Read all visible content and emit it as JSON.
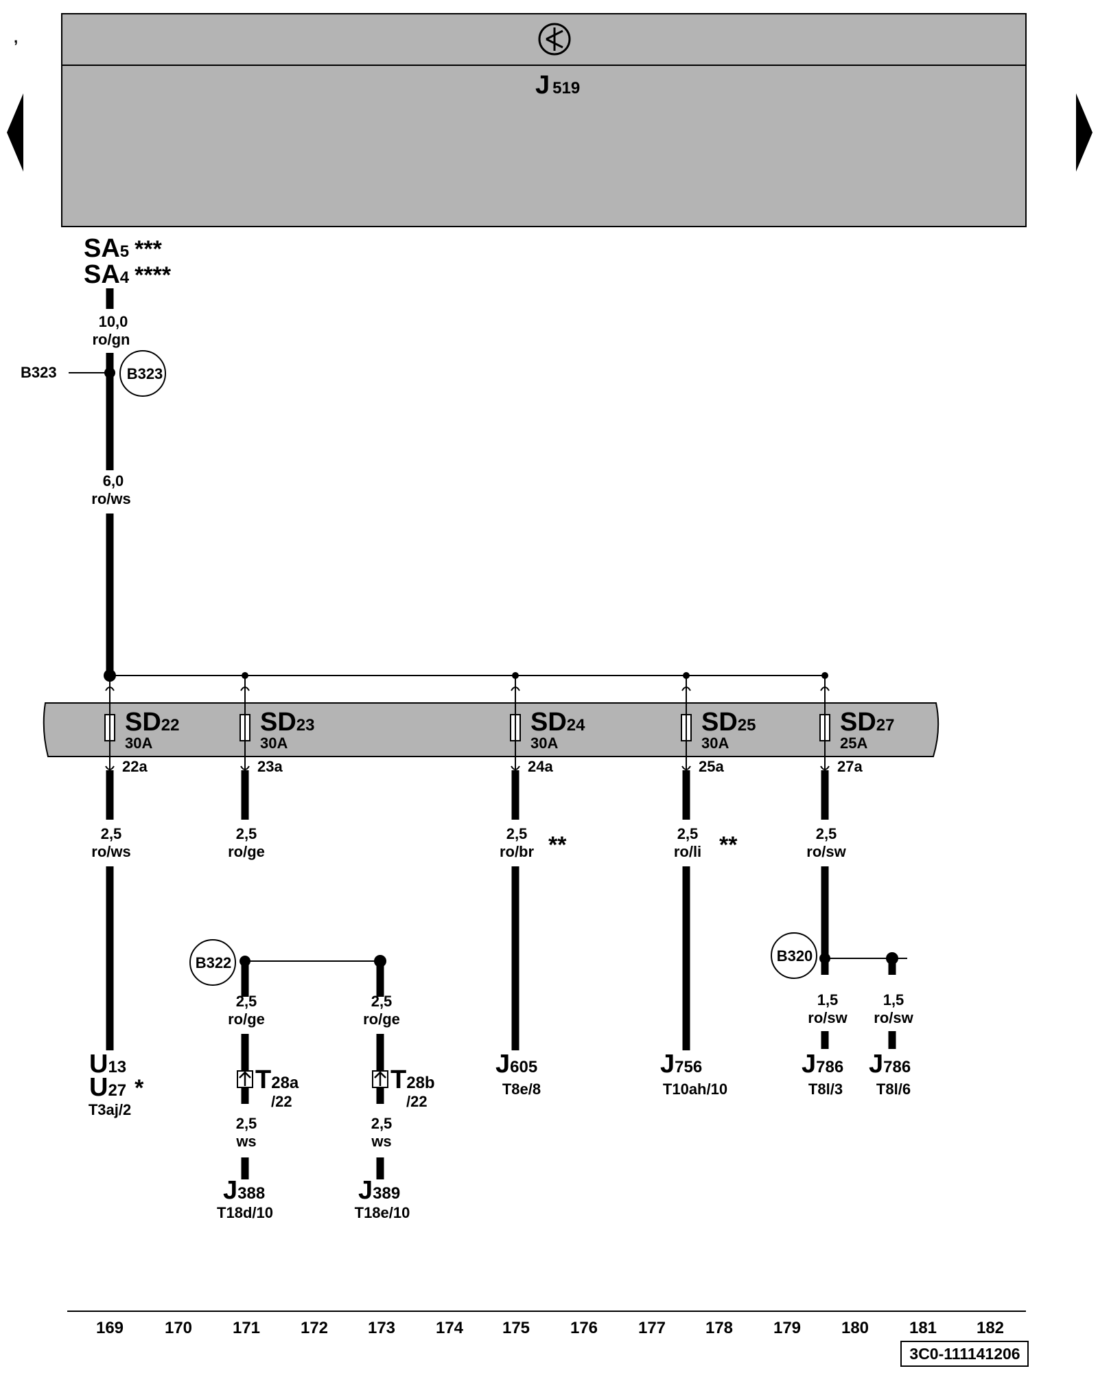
{
  "top_mark": ",",
  "prev_page": "previous-page-arrow",
  "next_page": "next-page-arrow",
  "control_unit": {
    "letter": "J",
    "number": "519",
    "icon": "ground-fuse-symbol-icon"
  },
  "supply": {
    "line1": {
      "name": "SA",
      "sub": "5",
      "stars": "***"
    },
    "line2": {
      "name": "SA",
      "sub": "4",
      "stars": "****"
    },
    "wire1_size": "10,0",
    "wire1_color": "ro/gn",
    "wire2_size": "6,0",
    "wire2_color": "ro/ws",
    "connector_label": "B323",
    "connector_circle": "B323"
  },
  "fuses": [
    {
      "name": "SD",
      "sub": "22",
      "amp": "30A",
      "pin": "22a",
      "size": "2,5",
      "color": "ro/ws",
      "stars": ""
    },
    {
      "name": "SD",
      "sub": "23",
      "amp": "30A",
      "pin": "23a",
      "size": "2,5",
      "color": "ro/ge",
      "stars": ""
    },
    {
      "name": "SD",
      "sub": "24",
      "amp": "30A",
      "pin": "24a",
      "size": "2,5",
      "color": "ro/br",
      "stars": "**"
    },
    {
      "name": "SD",
      "sub": "25",
      "amp": "30A",
      "pin": "25a",
      "size": "2,5",
      "color": "ro/li",
      "stars": "**"
    },
    {
      "name": "SD",
      "sub": "27",
      "amp": "25A",
      "pin": "27a",
      "size": "2,5",
      "color": "ro/sw",
      "stars": ""
    }
  ],
  "branch_b322": {
    "circle": "B322",
    "left": {
      "size": "2,5",
      "color": "ro/ge",
      "conn": "T",
      "conn_sub": "28a",
      "conn_pin": "/22",
      "size2": "2,5",
      "color2": "ws",
      "dest": "J",
      "dest_sub": "388",
      "dest_pin": "T18d/10"
    },
    "right": {
      "size": "2,5",
      "color": "ro/ge",
      "conn": "T",
      "conn_sub": "28b",
      "conn_pin": "/22",
      "size2": "2,5",
      "color2": "ws",
      "dest": "J",
      "dest_sub": "389",
      "dest_pin": "T18e/10"
    }
  },
  "branch_b320": {
    "circle": "B320",
    "left": {
      "size": "1,5",
      "color": "ro/sw",
      "dest": "J",
      "dest_sub": "786",
      "dest_pin": "T8l/3"
    },
    "right": {
      "size": "1,5",
      "color": "ro/sw",
      "dest": "J",
      "dest_sub": "786",
      "dest_pin": "T8l/6"
    }
  },
  "dest_sd22": {
    "l1": "U",
    "s1": "13",
    "l2": "U",
    "s2": "27",
    "star": "*",
    "pin": "T3aj/2"
  },
  "dest_sd24": {
    "l": "J",
    "s": "605",
    "pin": "T8e/8"
  },
  "dest_sd25": {
    "l": "J",
    "s": "756",
    "pin": "T10ah/10"
  },
  "columns": [
    "169",
    "170",
    "171",
    "172",
    "173",
    "174",
    "175",
    "176",
    "177",
    "178",
    "179",
    "180",
    "181",
    "182"
  ],
  "diagram_code": "3C0-111141206"
}
